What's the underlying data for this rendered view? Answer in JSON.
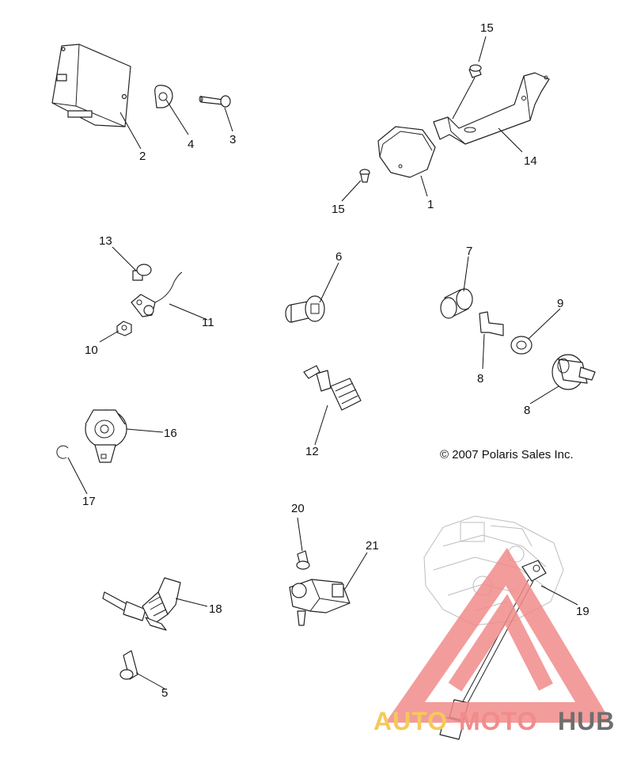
{
  "diagram": {
    "copyright": "© 2007 Polaris Sales Inc.",
    "callouts": {
      "c1": "1",
      "c2": "2",
      "c3": "3",
      "c4": "4",
      "c5": "5",
      "c6": "6",
      "c7": "7",
      "c8a": "8",
      "c8b": "8",
      "c9": "9",
      "c10": "10",
      "c11": "11",
      "c12": "12",
      "c13": "13",
      "c14": "14",
      "c15a": "15",
      "c15b": "15",
      "c16": "16",
      "c17": "17",
      "c18": "18",
      "c19": "19",
      "c20": "20",
      "c21": "21"
    }
  },
  "watermark": {
    "word_auto": "AUTO",
    "word_moto": "MOTO",
    "word_hub": "HUB",
    "colors": {
      "triangle": "#f28b8b",
      "auto": "#f5c95a",
      "moto": "#f28b8b",
      "hub": "#6e6e6e"
    }
  }
}
